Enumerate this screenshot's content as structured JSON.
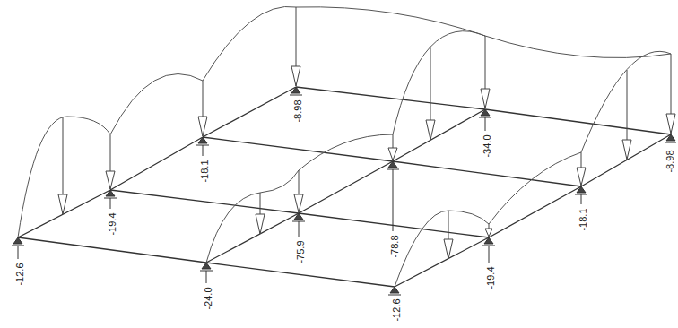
{
  "diagram": {
    "labels": [
      "-12.6",
      "-19.4",
      "-24.0",
      "-18.1",
      "-8.98",
      "-75.9",
      "-78.8",
      "-12.6",
      "-34.0",
      "-19.4",
      "-18.1",
      "-8.98"
    ]
  }
}
